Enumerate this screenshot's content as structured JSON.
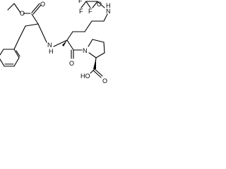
{
  "structure": {
    "atom_labels": [
      {
        "id": "ester-o",
        "text": "O"
      },
      {
        "id": "carbonyl-o1",
        "text": "O"
      },
      {
        "id": "amide-nh",
        "text": "H"
      },
      {
        "id": "amide-n",
        "text": "N"
      },
      {
        "id": "amide-o",
        "text": "O"
      },
      {
        "id": "f-top-left",
        "text": "F"
      },
      {
        "id": "f-top-right",
        "text": "F"
      },
      {
        "id": "f-bottom",
        "text": "F"
      },
      {
        "id": "amine-n",
        "text": "N"
      },
      {
        "id": "amine-h",
        "text": "H"
      },
      {
        "id": "ring-n",
        "text": "N"
      },
      {
        "id": "ketone-o",
        "text": "O"
      },
      {
        "id": "acid-label",
        "text": "HO"
      },
      {
        "id": "acid-o",
        "text": "O"
      }
    ]
  }
}
